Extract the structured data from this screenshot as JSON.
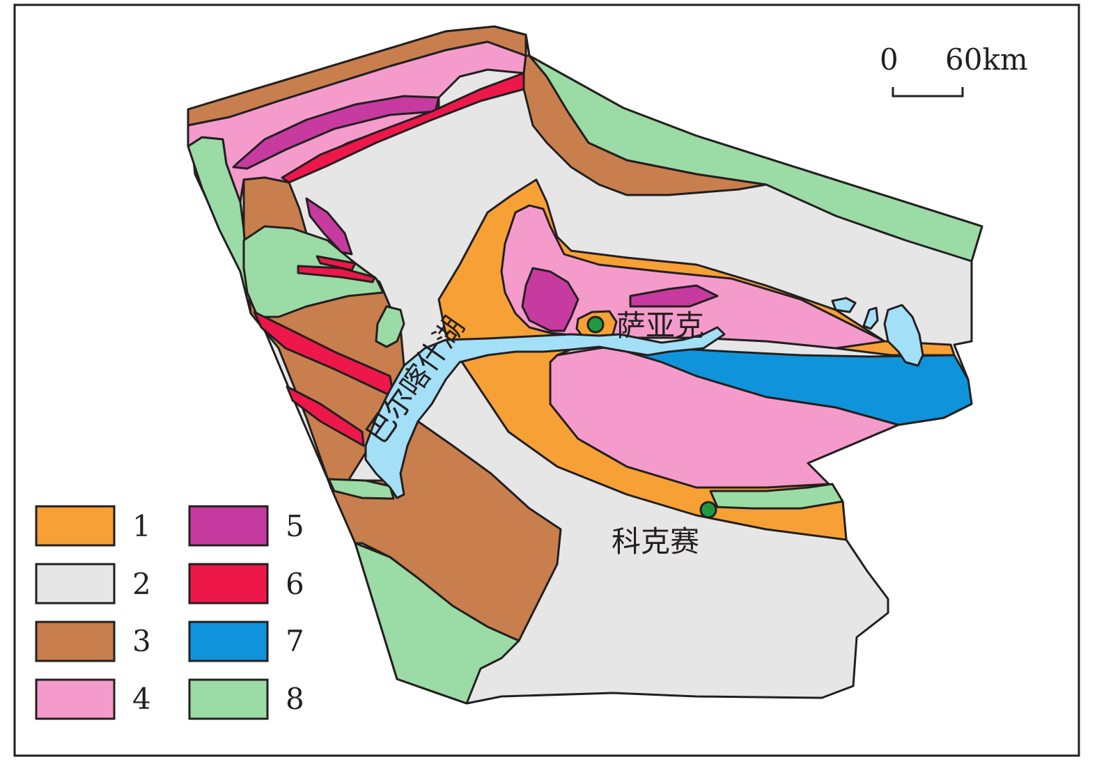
{
  "colors": {
    "unit_1": "#f7a035",
    "unit_2": "#e6e6e6",
    "unit_3": "#c87f4d",
    "unit_4": "#f49bcc",
    "unit_5": "#c73aa0",
    "unit_6": "#ed174a",
    "unit_7": "#0f94dc",
    "unit_8": "#9bdba5",
    "lake": "#a3dff7",
    "site": "#1e9a41",
    "outline": "#231f20"
  },
  "scale_bar": {
    "start_label": "0",
    "end_label": "60km"
  },
  "place_labels": {
    "lake": "巴尔喀什湖",
    "site_north": "萨亚克",
    "site_south": "科克赛"
  },
  "legend": [
    {
      "label": "1",
      "color": "#f7a035"
    },
    {
      "label": "2",
      "color": "#e6e6e6"
    },
    {
      "label": "3",
      "color": "#c87f4d"
    },
    {
      "label": "4",
      "color": "#f49bcc"
    },
    {
      "label": "5",
      "color": "#c73aa0"
    },
    {
      "label": "6",
      "color": "#ed174a"
    },
    {
      "label": "7",
      "color": "#0f94dc"
    },
    {
      "label": "8",
      "color": "#9bdba5"
    }
  ]
}
